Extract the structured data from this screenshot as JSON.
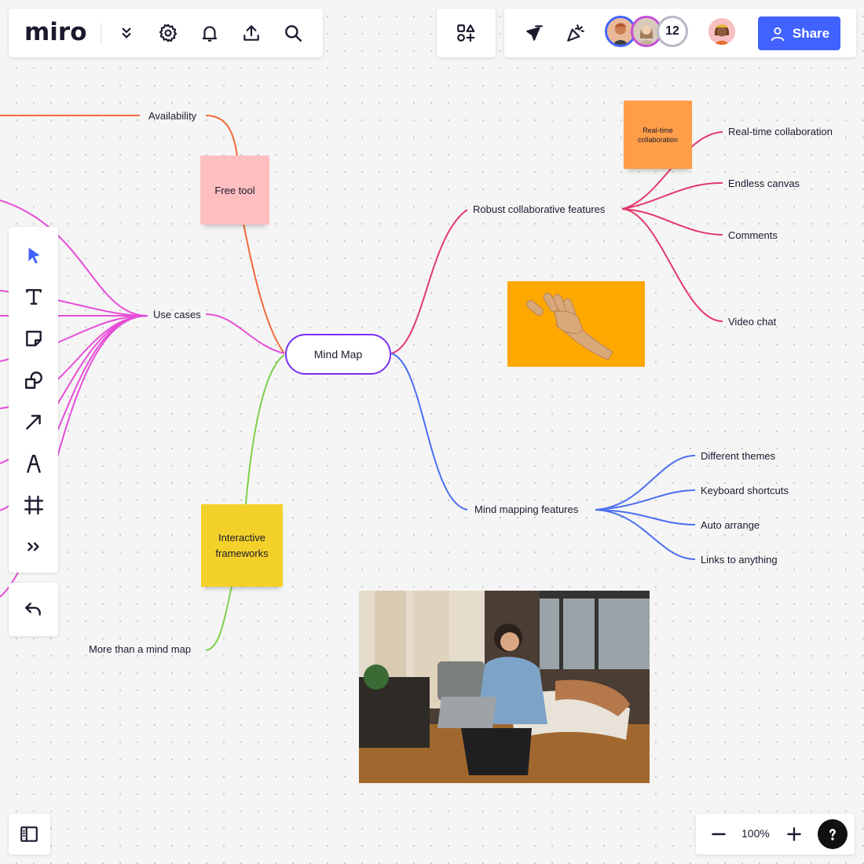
{
  "app": {
    "logo_text": "miro"
  },
  "top_right": {
    "share_label": "Share",
    "collaborator_count": "12"
  },
  "mindmap": {
    "center": "Mind Map",
    "availability": "Availability",
    "use_cases": "Use cases",
    "more_than": "More than a mind map",
    "robust": "Robust collaborative features",
    "realtime": "Real-time collaboration",
    "endless": "Endless canvas",
    "comments": "Comments",
    "video": "Video chat",
    "mapping": "Mind mapping features",
    "themes": "Different themes",
    "shortcuts": "Keyboard shortcuts",
    "arrange": "Auto arrange",
    "links": "Links to anything"
  },
  "stickies": {
    "free_tool": "Free tool",
    "realtime_note": "Real-time collaboration",
    "interactive": "Interactive frameworks"
  },
  "zoom": {
    "level": "100%"
  },
  "colors": {
    "accent": "#4262ff",
    "orange_branch": "#f06a3c",
    "magenta_branch": "#e64ed8",
    "green_branch": "#7ed04b",
    "red_branch": "#e23a6b",
    "blue_branch": "#4a6ff0",
    "center_outline": "#7b2ff2",
    "sticky_pink": "#ffbec0",
    "sticky_orange": "#ff9d48",
    "sticky_yellow": "#f4d12a",
    "photo_orange": "#ffa800"
  }
}
